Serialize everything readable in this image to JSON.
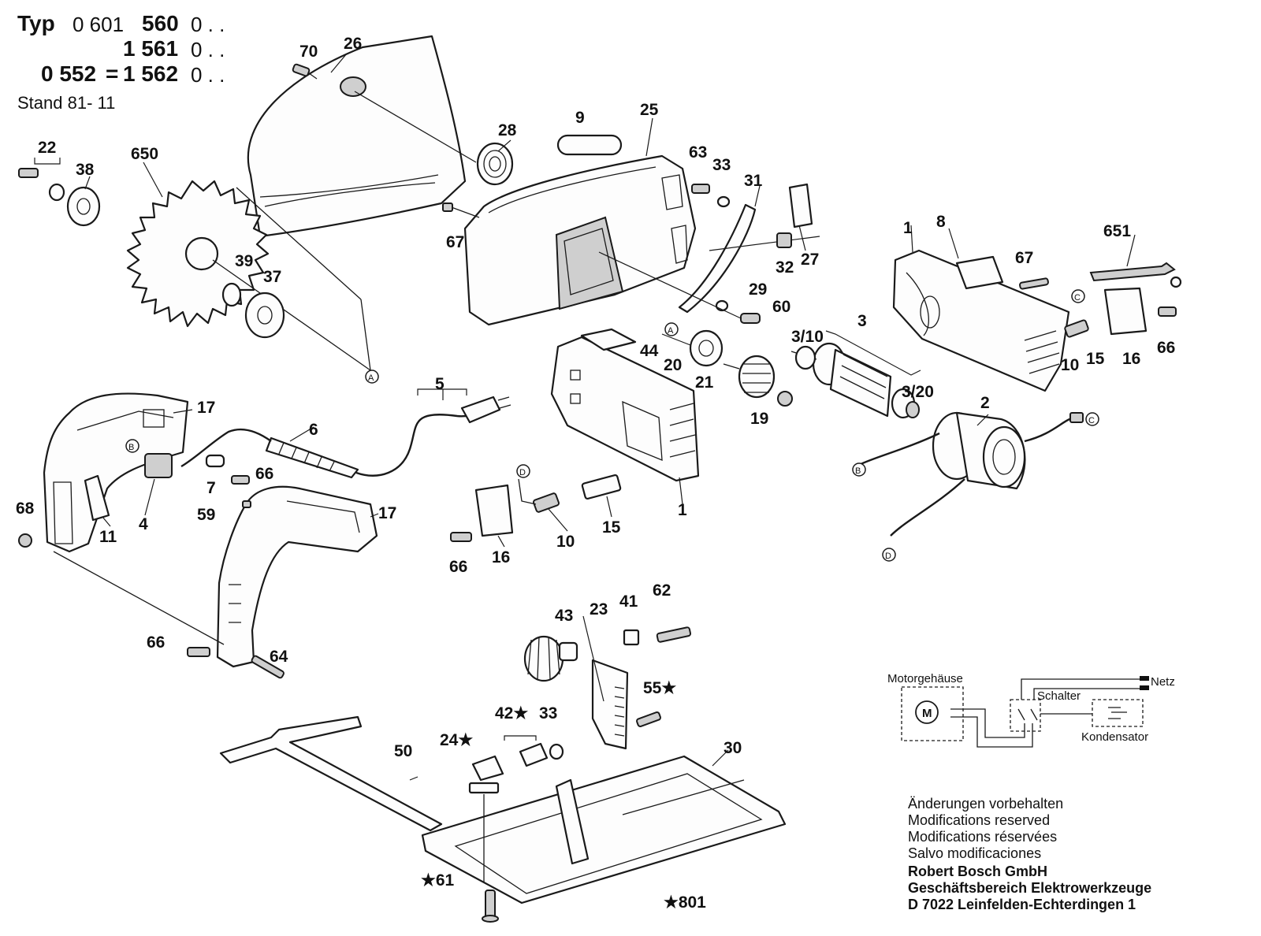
{
  "header": {
    "typ_label": "Typ",
    "line1_a": "0 601",
    "line1_b": "560",
    "line1_c": "0 . .",
    "line2_b": "1 561",
    "line2_c": "0 . .",
    "line3_a": "0 552",
    "line3_eq": "=",
    "line3_b": "1 562",
    "line3_c": "0 . .",
    "stand": "Stand 81- 11"
  },
  "callouts": {
    "p70": "70",
    "p26": "26",
    "p28": "28",
    "p9": "9",
    "p25": "25",
    "p63": "63",
    "p33a": "33",
    "p31": "31",
    "p27": "27",
    "p32": "32",
    "p22": "22",
    "p38": "38",
    "p650": "650",
    "p67a": "67",
    "p29": "29",
    "p60": "60",
    "p39": "39",
    "p37": "37",
    "p44": "44",
    "p20": "20",
    "p21": "21",
    "p19": "19",
    "p3_10": "3/10",
    "p3": "3",
    "p3_20": "3/20",
    "p1a": "1",
    "p8": "8",
    "p67b": "67",
    "p651": "651",
    "p10a": "10",
    "p15a": "15",
    "p16a": "16",
    "p66a": "66",
    "p2": "2",
    "p5": "5",
    "p6": "6",
    "p17a": "17",
    "p7": "7",
    "p66b": "66",
    "p59": "59",
    "p17b": "17",
    "p68": "68",
    "p11": "11",
    "p4": "4",
    "p1b": "1",
    "p10b": "10",
    "p15b": "15",
    "p16b": "16",
    "p66c": "66",
    "p43": "43",
    "p23": "23",
    "p41": "41",
    "p62": "62",
    "p66d": "66",
    "p64": "64",
    "p55": "55★",
    "p42": "42★",
    "p33b": "33",
    "p24": "24★",
    "p50": "50",
    "p30": "30",
    "p61": "★61",
    "p801": "★801"
  },
  "markers": {
    "A": "A",
    "B": "B",
    "C": "C",
    "D": "D"
  },
  "circuit": {
    "motor_housing": "Motorgehäuse",
    "motor": "M",
    "netz": "Netz",
    "schalter": "Schalter",
    "kondensator": "Kondensator"
  },
  "notes": [
    "Änderungen vorbehalten",
    "Modifications reserved",
    "Modifications réservées",
    "Salvo modificaciones"
  ],
  "company": [
    "Robert Bosch GmbH",
    "Geschäftsbereich Elektrowerkzeuge",
    "D 7022 Leinfelden-Echterdingen 1"
  ]
}
